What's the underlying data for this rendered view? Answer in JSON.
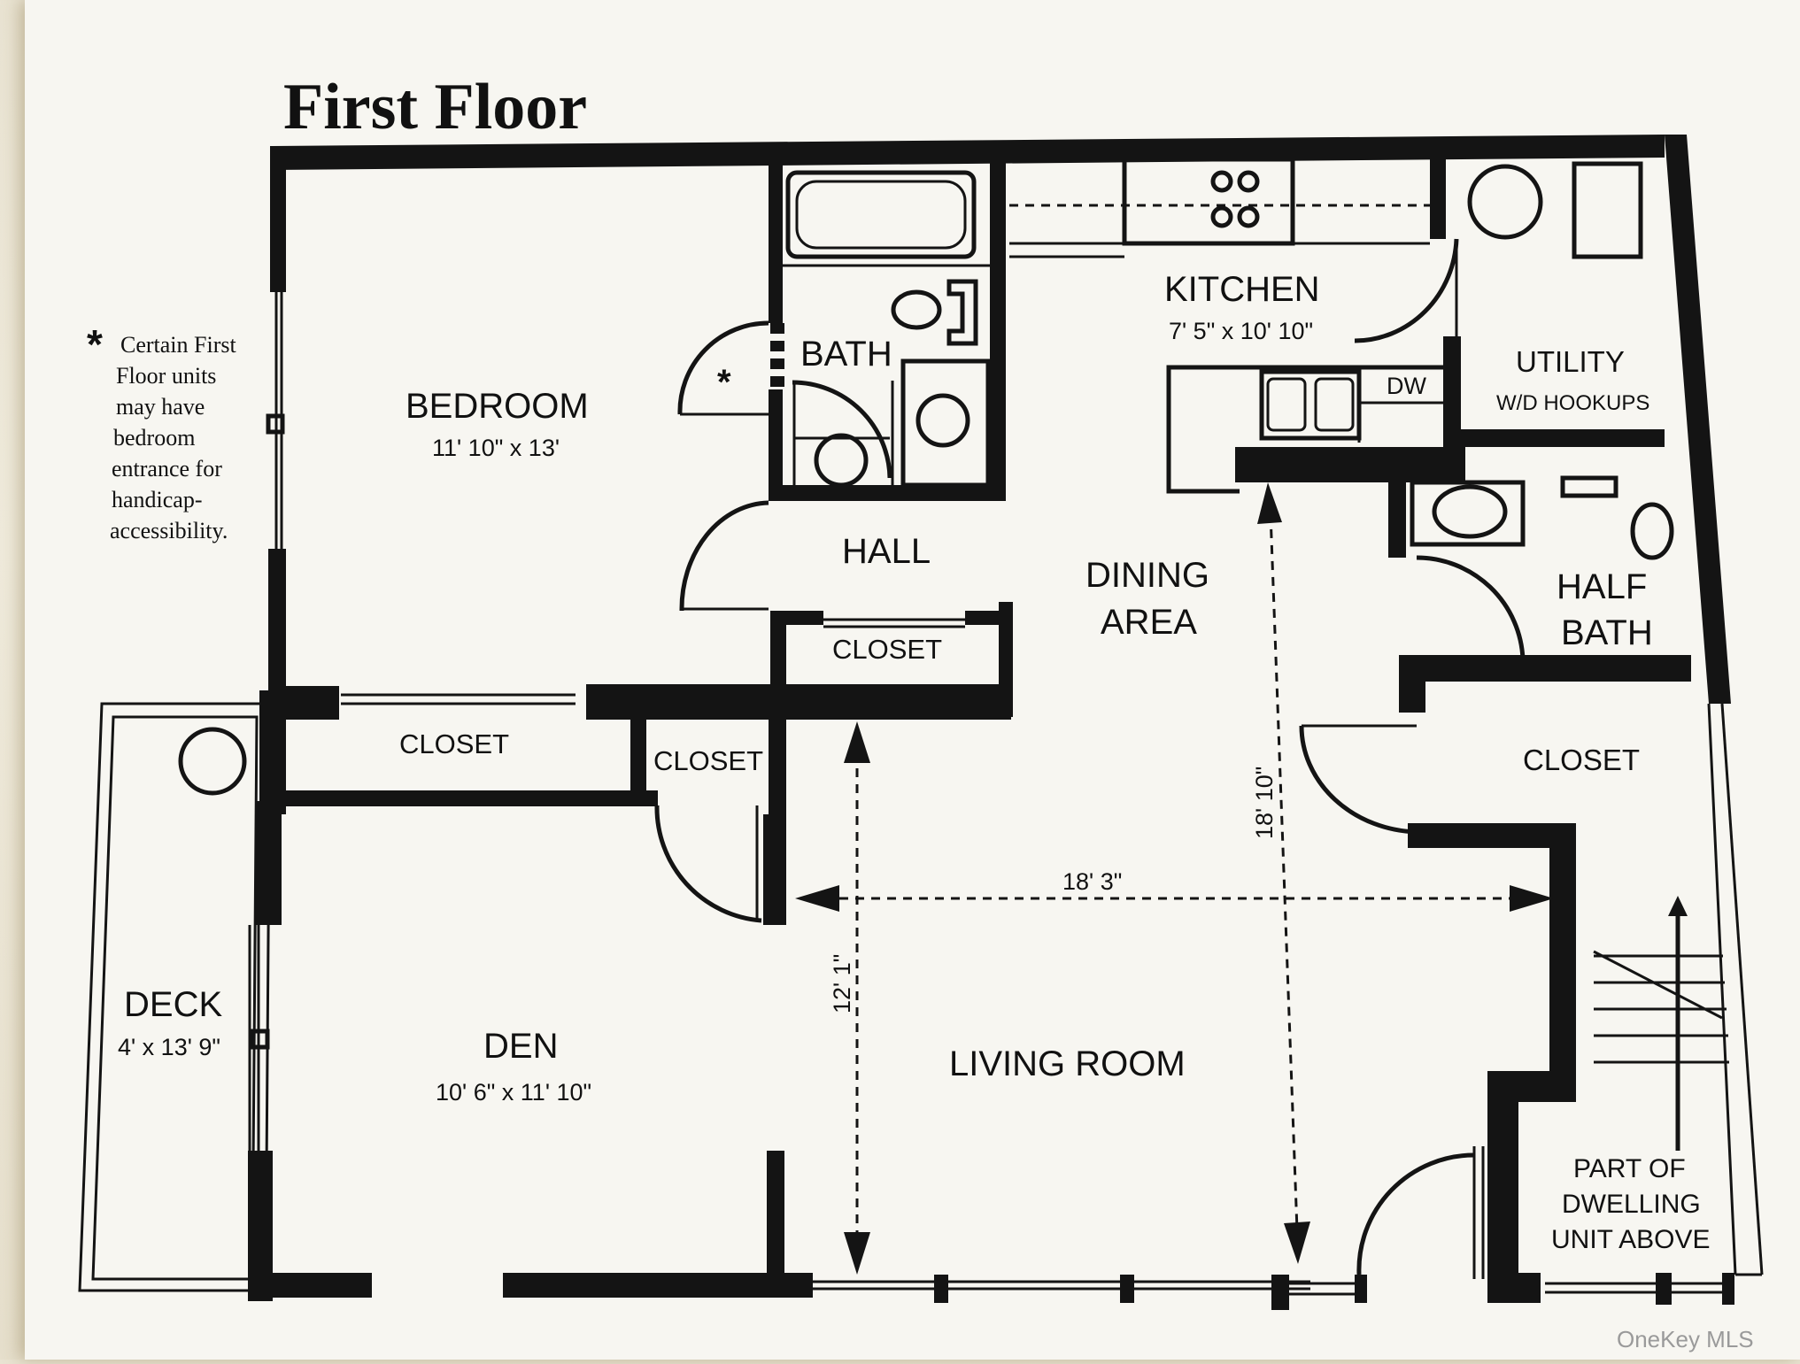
{
  "title": "First Floor",
  "footnote": {
    "symbol": "*",
    "lines": [
      "Certain First",
      "Floor units",
      "may have",
      "bedroom",
      "entrance for",
      "handicap-",
      "accessibility."
    ]
  },
  "rooms": {
    "bedroom": {
      "name": "BEDROOM",
      "dims": "11' 10\" x 13'"
    },
    "bath": {
      "name": "BATH",
      "marker": "*"
    },
    "kitchen": {
      "name": "KITCHEN",
      "dims": "7' 5\" x 10' 10\""
    },
    "dw": {
      "name": "DW"
    },
    "utility": {
      "name": "UTILITY",
      "sub": "W/D HOOKUPS"
    },
    "hall": {
      "name": "HALL"
    },
    "hall_closet": {
      "name": "CLOSET"
    },
    "dining": {
      "line1": "DINING",
      "line2": "AREA"
    },
    "half_bath": {
      "line1": "HALF",
      "line2": "BATH"
    },
    "bedroom_closet": {
      "name": "CLOSET"
    },
    "den_closet": {
      "name": "CLOSET"
    },
    "entry_closet": {
      "name": "CLOSET"
    },
    "deck": {
      "name": "DECK",
      "dims": "4' x 13' 9\""
    },
    "den": {
      "name": "DEN",
      "dims": "10' 6\" x 11' 10\""
    },
    "living": {
      "name": "LIVING ROOM"
    },
    "above": {
      "line1": "PART OF",
      "line2": "DWELLING",
      "line3": "UNIT ABOVE"
    }
  },
  "dimensions": {
    "living_width": "18' 3\"",
    "living_depth": "12' 1\"",
    "dining_depth": "18' 10\""
  },
  "watermark": "OneKey MLS"
}
